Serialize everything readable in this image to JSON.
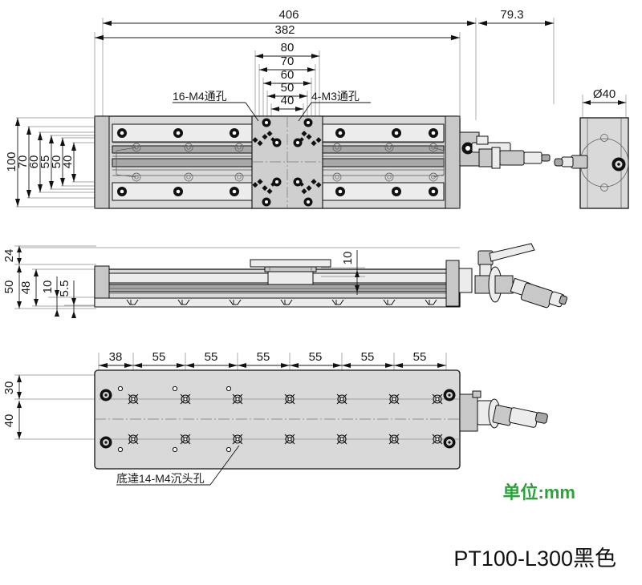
{
  "drawing": {
    "title": "PT100-L300黑色",
    "unit_note": "单位:mm",
    "unit_color": "#2ba33a",
    "title_color": "#111111"
  },
  "top_view": {
    "overall_length": "406",
    "body_length": "382",
    "carriage_dims": [
      "80",
      "70",
      "60",
      "50",
      "40"
    ],
    "right_overhang": "79.3",
    "height_dims": [
      "100",
      "70",
      "60",
      "55",
      "50",
      "40"
    ],
    "callout_left": "16-M4通孔",
    "callout_right": "4-M3通孔"
  },
  "end_view": {
    "diameter": "Ø40"
  },
  "side_view": {
    "dims_left": [
      "24",
      "50",
      "48",
      "10",
      "5.5"
    ],
    "dim_center": "10"
  },
  "bottom_view": {
    "pitch_dims": [
      "38",
      "55",
      "55",
      "55",
      "55",
      "55",
      "55"
    ],
    "height_dims": [
      "30",
      "40"
    ],
    "callout": "底達14-M4沉头孔"
  }
}
